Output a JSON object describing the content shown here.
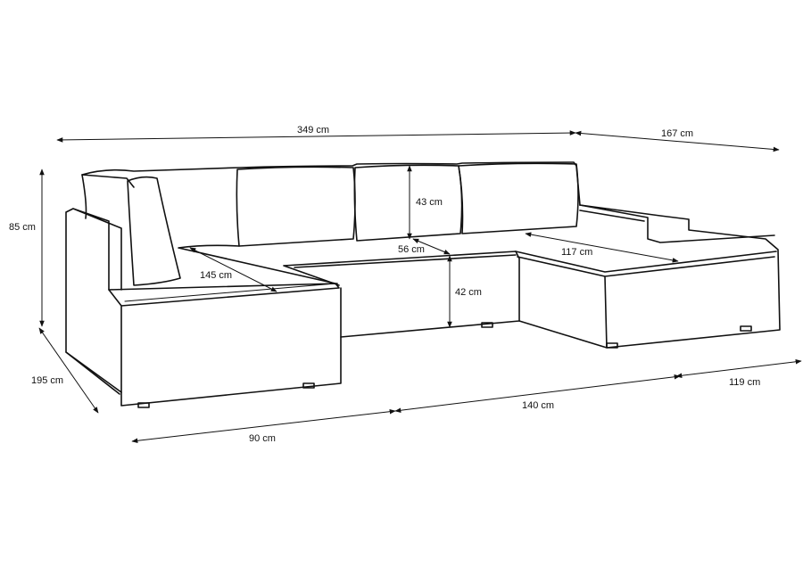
{
  "dimensions": {
    "total_width": "349 cm",
    "chaise_length": "167 cm",
    "height": "85 cm",
    "depth": "195 cm",
    "left_chaise_width": "90 cm",
    "middle_width": "140 cm",
    "right_chaise_width": "119 cm",
    "left_chaise_seat_length": "145 cm",
    "backrest_height": "43 cm",
    "seat_depth": "56 cm",
    "seat_height": "42 cm",
    "right_chaise_seat_length": "117 cm"
  }
}
